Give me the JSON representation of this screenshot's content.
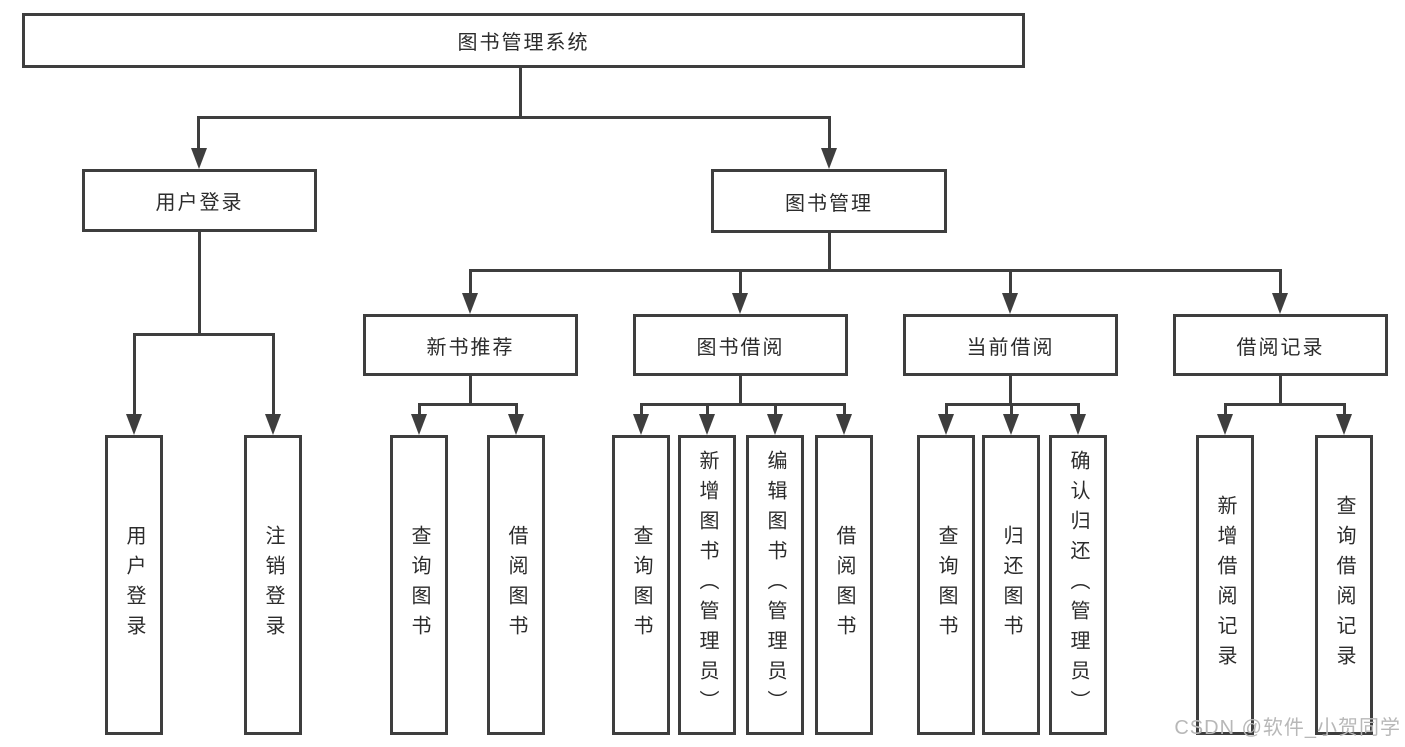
{
  "tree": {
    "root": "图书管理系统",
    "children": [
      {
        "label": "用户登录",
        "children": [
          {
            "label": "用户登录"
          },
          {
            "label": "注销登录"
          }
        ]
      },
      {
        "label": "图书管理",
        "children": [
          {
            "label": "新书推荐",
            "children": [
              {
                "label": "查询图书"
              },
              {
                "label": "借阅图书"
              }
            ]
          },
          {
            "label": "图书借阅",
            "children": [
              {
                "label": "查询图书"
              },
              {
                "label": "新增图书（管理员）"
              },
              {
                "label": "编辑图书（管理员）"
              },
              {
                "label": "借阅图书"
              }
            ]
          },
          {
            "label": "当前借阅",
            "children": [
              {
                "label": "查询图书"
              },
              {
                "label": "归还图书"
              },
              {
                "label": "确认归还（管理员）"
              }
            ]
          },
          {
            "label": "借阅记录",
            "children": [
              {
                "label": "新增借阅记录"
              },
              {
                "label": "查询借阅记录"
              }
            ]
          }
        ]
      }
    ]
  },
  "watermark": {
    "text": "CSDN @软件_小贺同学"
  },
  "colors": {
    "line": "#3e3e3e",
    "text": "#2c2c2c",
    "watermark": "#b8b8b8",
    "background": "#ffffff"
  }
}
